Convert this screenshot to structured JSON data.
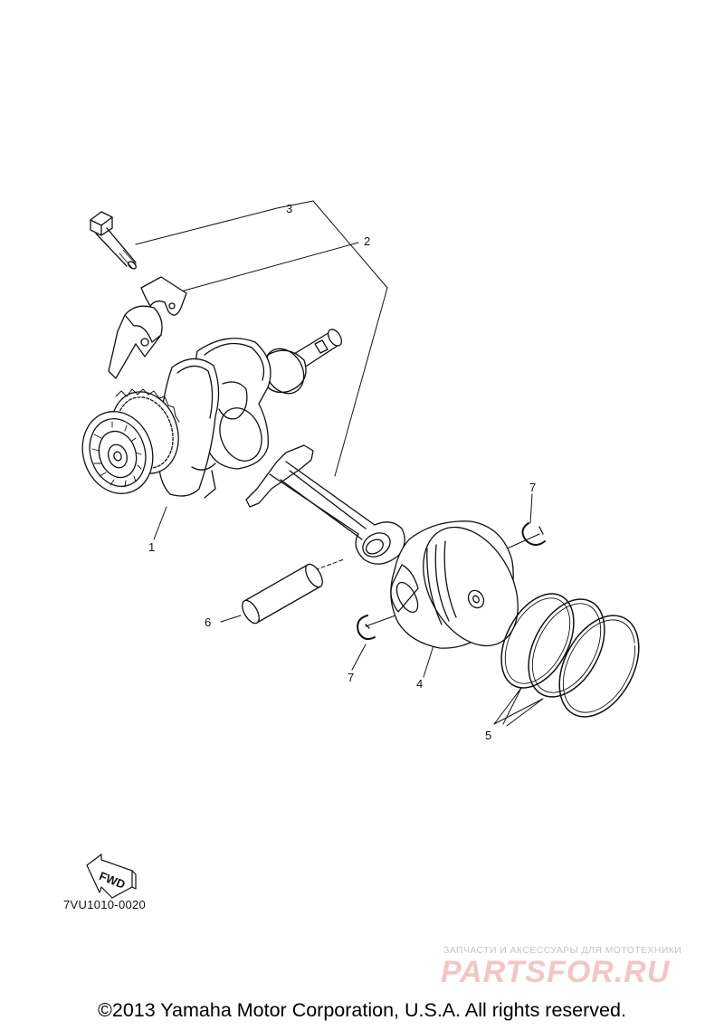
{
  "callouts": {
    "c1": "1",
    "c2": "2",
    "c3": "3",
    "c4": "4",
    "c5": "5",
    "c6": "6",
    "c7a": "7",
    "c7b": "7"
  },
  "fwd_label": "FWD",
  "part_code": "7VU1010-0020",
  "watermark": {
    "tagline": "ЗАПЧАСТИ И АКСЕССУАРЫ ДЛЯ МОТОТЕХНИКИ",
    "logo": "PARTSFOR.RU"
  },
  "copyright": "©2013 Yamaha Motor Corporation, U.S.A. All rights reserved."
}
